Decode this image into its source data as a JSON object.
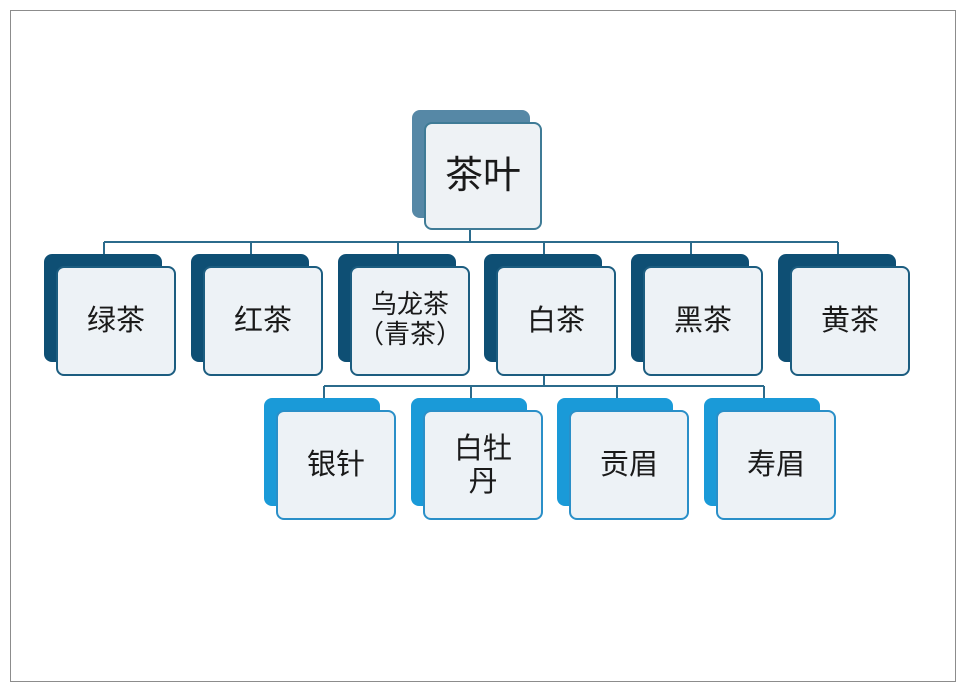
{
  "root": {
    "label": "茶叶"
  },
  "categories": [
    {
      "label": "绿茶"
    },
    {
      "label": "红茶"
    },
    {
      "label": "乌龙茶\n（青茶）"
    },
    {
      "label": "白茶"
    },
    {
      "label": "黑茶"
    },
    {
      "label": "黄茶"
    }
  ],
  "white_tea_types": [
    {
      "label": "银针"
    },
    {
      "label": "白牡\n丹"
    },
    {
      "label": "贡眉"
    },
    {
      "label": "寿眉"
    }
  ],
  "colors": {
    "root_shadow": "#5688a6",
    "category_shadow": "#0e4f74",
    "leaf_shadow": "#1a9ad8",
    "box_fill": "#edf2f6",
    "connector": "#2b6b8c"
  }
}
